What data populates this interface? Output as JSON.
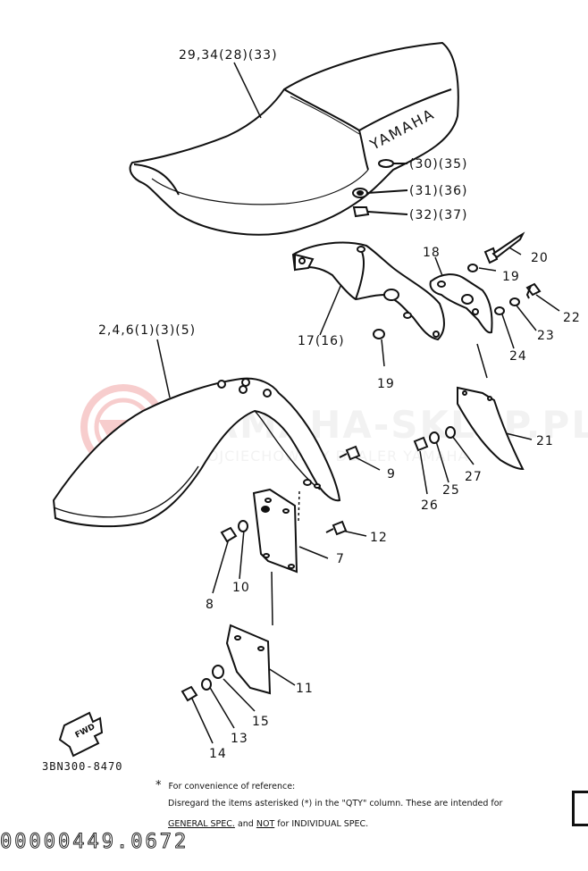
{
  "labels": {
    "seat": "29,34(28)(33)",
    "l30": "(30)(35)",
    "l31": "(31)(36)",
    "l32": "(32)(37)",
    "l20": "20",
    "l18": "18",
    "l19a": "19",
    "l22": "22",
    "l23": "23",
    "l24": "24",
    "l17": "17(16)",
    "l19b": "19",
    "fender": "2,4,6(1)(3)(5)",
    "l21": "21",
    "l9": "9",
    "l27": "27",
    "l25": "25",
    "l26": "26",
    "l12": "12",
    "l7": "7",
    "l8": "8",
    "l10": "10",
    "l11": "11",
    "l15": "15",
    "l13": "13",
    "l14": "14"
  },
  "brand": "YAMAHA",
  "fwd": "FWD",
  "watermark": {
    "line1": "YAMAHA-SKLEP.PL",
    "line2": "WOJCIECHOWSCY DEALER YAMAHA"
  },
  "part_code": "3BN300-8470",
  "notes": {
    "star": "*",
    "line1": "For convenience of reference:",
    "line2": "Disregard the items asterisked (*) in the \"QTY\" column.  These are intended for",
    "line3_a": "GENERAL SPEC.",
    "line3_b": "and",
    "line3_c": "NOT",
    "line3_d": "for INDIVIDUAL SPEC."
  },
  "footer_code": "00000449.0672"
}
